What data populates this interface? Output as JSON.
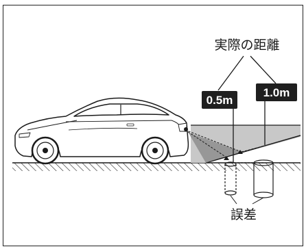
{
  "diagram": {
    "actual_distance_label": "実際の距離",
    "marker_near_label": "0.5m",
    "marker_far_label": "1.0m",
    "error_label": "誤差",
    "colors": {
      "line": "#1a1a1a",
      "badge": "#1f1f1f",
      "slope_fill": "#c8c8c8",
      "beam_fill": "#9a9a9a",
      "hatch": "#333333"
    }
  }
}
